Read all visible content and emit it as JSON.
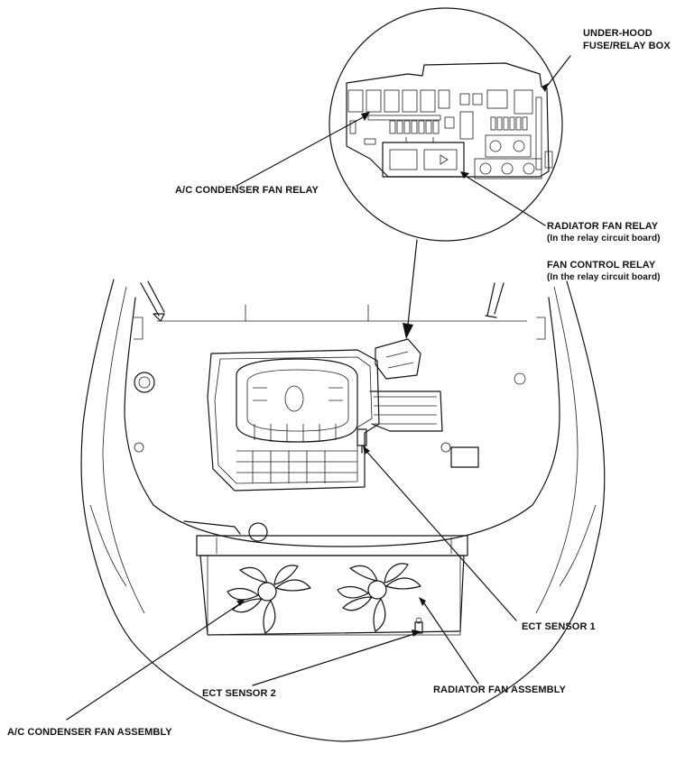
{
  "labels": {
    "under_hood_line1": "UNDER-HOOD",
    "under_hood_line2": "FUSE/RELAY BOX",
    "ac_condenser_fan_relay": "A/C CONDENSER FAN RELAY",
    "radiator_fan_relay": "RADIATOR FAN RELAY",
    "radiator_fan_relay_note": "(In the relay circuit board)",
    "fan_control_relay": "FAN CONTROL RELAY",
    "fan_control_relay_note": "(In the relay circuit board)",
    "ect_sensor_1": "ECT SENSOR 1",
    "ect_sensor_2": "ECT SENSOR 2",
    "radiator_fan_assembly": "RADIATOR FAN ASSEMBLY",
    "ac_condenser_fan_assembly": "A/C CONDENSER FAN ASSEMBLY"
  },
  "colors": {
    "ink": "#111111",
    "background": "#ffffff"
  }
}
